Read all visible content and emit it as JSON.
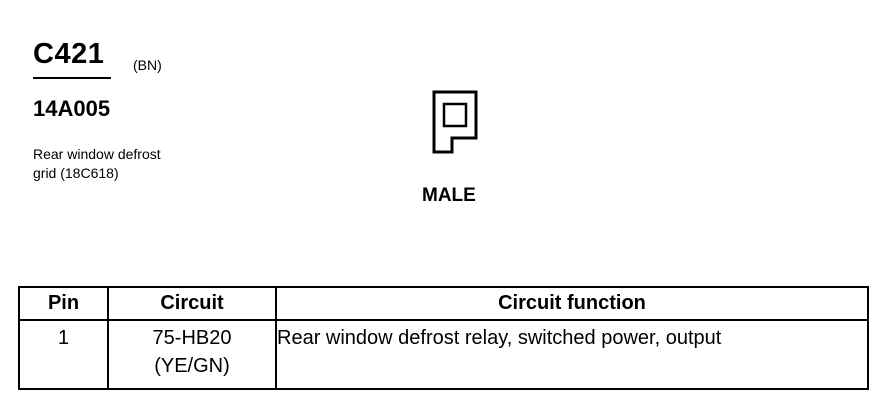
{
  "connector": {
    "id": "C421",
    "color_code": "(BN)",
    "part_number": "14A005",
    "description_lines": [
      "Rear window defrost",
      "grid (18C618)"
    ],
    "gender": "MALE"
  },
  "table": {
    "headers": {
      "pin": "Pin",
      "circuit": "Circuit",
      "function": "Circuit function"
    },
    "rows": [
      {
        "pin": "1",
        "circuit_code": "75-HB20",
        "wire_color": "(YE/GN)",
        "function": "Rear window defrost relay, switched power, output"
      }
    ]
  }
}
